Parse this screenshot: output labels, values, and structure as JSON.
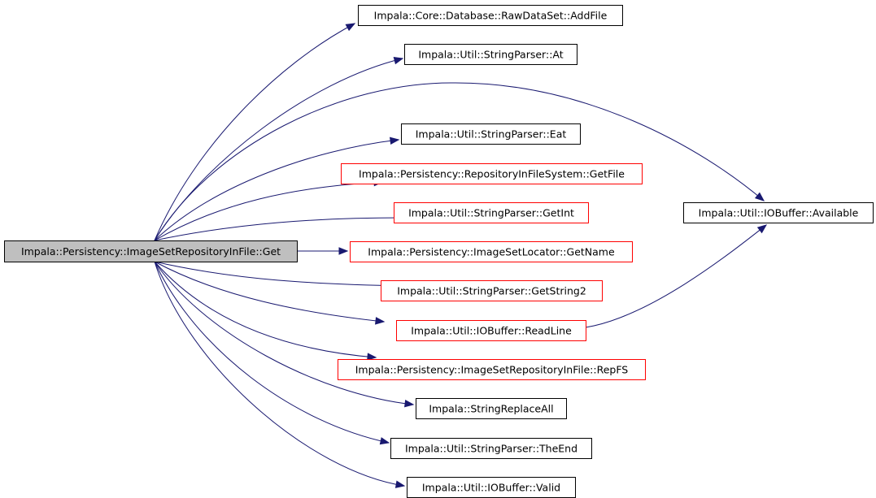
{
  "colors": {
    "edge": "#191970",
    "border_default": "#000000",
    "border_highlight": "#ff0000",
    "root_fill": "#bfbfbf",
    "node_fill": "#ffffff"
  },
  "nodes": [
    {
      "id": "root",
      "label": "Impala::Persistency::ImageSetRepositoryInFile::Get",
      "style": "root"
    },
    {
      "id": "addfile",
      "label": "Impala::Core::Database::RawDataSet::AddFile",
      "style": "default"
    },
    {
      "id": "at",
      "label": "Impala::Util::StringParser::At",
      "style": "default"
    },
    {
      "id": "eat",
      "label": "Impala::Util::StringParser::Eat",
      "style": "default"
    },
    {
      "id": "getfile",
      "label": "Impala::Persistency::RepositoryInFileSystem::GetFile",
      "style": "highlight"
    },
    {
      "id": "getint",
      "label": "Impala::Util::StringParser::GetInt",
      "style": "highlight"
    },
    {
      "id": "getname",
      "label": "Impala::Persistency::ImageSetLocator::GetName",
      "style": "highlight"
    },
    {
      "id": "getstring2",
      "label": "Impala::Util::StringParser::GetString2",
      "style": "highlight"
    },
    {
      "id": "readline",
      "label": "Impala::Util::IOBuffer::ReadLine",
      "style": "highlight"
    },
    {
      "id": "repfs",
      "label": "Impala::Persistency::ImageSetRepositoryInFile::RepFS",
      "style": "highlight"
    },
    {
      "id": "replaceall",
      "label": "Impala::StringReplaceAll",
      "style": "default"
    },
    {
      "id": "theend",
      "label": "Impala::Util::StringParser::TheEnd",
      "style": "default"
    },
    {
      "id": "valid",
      "label": "Impala::Util::IOBuffer::Valid",
      "style": "default"
    },
    {
      "id": "available",
      "label": "Impala::Util::IOBuffer::Available",
      "style": "default"
    }
  ],
  "edges": [
    {
      "from": "root",
      "to": "addfile"
    },
    {
      "from": "root",
      "to": "at"
    },
    {
      "from": "root",
      "to": "available"
    },
    {
      "from": "root",
      "to": "eat"
    },
    {
      "from": "root",
      "to": "getfile"
    },
    {
      "from": "root",
      "to": "getint"
    },
    {
      "from": "root",
      "to": "getname"
    },
    {
      "from": "root",
      "to": "getstring2"
    },
    {
      "from": "root",
      "to": "readline"
    },
    {
      "from": "root",
      "to": "repfs"
    },
    {
      "from": "root",
      "to": "replaceall"
    },
    {
      "from": "root",
      "to": "theend"
    },
    {
      "from": "root",
      "to": "valid"
    },
    {
      "from": "readline",
      "to": "available"
    }
  ]
}
